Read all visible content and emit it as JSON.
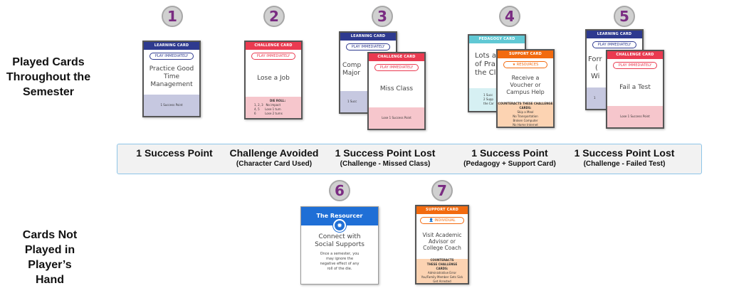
{
  "labels": {
    "played": "Played Cards Throughout the Semester",
    "not_played": "Cards Not Played in Player’s Hand"
  },
  "numbers": [
    "1",
    "2",
    "3",
    "4",
    "5",
    "6",
    "7"
  ],
  "cards": {
    "c1": {
      "header": "LEARNING CARD",
      "pill": "PLAY IMMEDIATELY",
      "title": "Practice Good Time Management",
      "footer": "1 Success Point"
    },
    "c2": {
      "header": "CHALLENGE CARD",
      "pill": "PLAY IMMEDIATELY",
      "title": "Lose a Job",
      "footer_title": "DIE ROLL:",
      "footer_lines": [
        "1, 2, 3   No impact",
        "4, 5      Lose 1 turn",
        "6          Lose 2 turns"
      ]
    },
    "c3b": {
      "header": "LEARNING CARD",
      "pill": "PLAY IMMEDIATELY",
      "title1": "Comp",
      "title2": "Major",
      "footer": "1 Succ"
    },
    "c3": {
      "header": "CHALLENGE CARD",
      "pill": "PLAY IMMEDIATELY",
      "title": "Miss Class",
      "footer": "Lose 1 Success Point"
    },
    "c4b": {
      "header": "PEDAGOGY CARD",
      "title1": "Lots a",
      "title2": "of Pra",
      "title3": "the Cla",
      "footer1": "1 Succ",
      "footer2": "2 Supp",
      "footer3": "the Car"
    },
    "c4": {
      "header": "SUPPORT CARD",
      "pill": "★ RESOURCES",
      "title": "Receive a Voucher or Campus Help",
      "footer_title": "COUNTERACTS THESE CHALLENGE CARDS:",
      "footer_lines": [
        "Skip a Meal",
        "No Transportation",
        "Broken Computer",
        "No Home Internet"
      ]
    },
    "c5b": {
      "header": "LEARNING CARD",
      "pill": "PLAY IMMEDIATELY",
      "title1": "Forr",
      "title2": "(",
      "title3": "Wi",
      "footer": "1"
    },
    "c5": {
      "header": "CHALLENGE CARD",
      "pill": "PLAY IMMEDIATELY",
      "title": "Fail a Test",
      "footer": "Lose 1 Success Point"
    },
    "c6": {
      "header": "The Resourcer",
      "title": "Connect with Social Supports",
      "body": "Once a semester, you may ignore the negative effect of any roll of the die."
    },
    "c7": {
      "header": "SUPPORT CARD",
      "pill": "👤 INDIVIDUAL",
      "title": "Visit Academic Advisor or College Coach",
      "footer_title": "COUNTERACTS THESE CHALLENGE CARDS:",
      "footer_lines": [
        "Administrative Error",
        "You/Family Member Gets Sick",
        "Get Arrested"
      ]
    }
  },
  "timeline": [
    {
      "main": "1 Success Point",
      "sub": ""
    },
    {
      "main": "Challenge Avoided",
      "sub": "(Character Card Used)"
    },
    {
      "main": "1 Success Point Lost",
      "sub": "(Challenge - Missed Class)"
    },
    {
      "main": "1 Success Point",
      "sub": "(Pedagogy + Support Card)"
    },
    {
      "main": "1 Success Point Lost",
      "sub": "(Challenge - Failed Test)"
    }
  ]
}
